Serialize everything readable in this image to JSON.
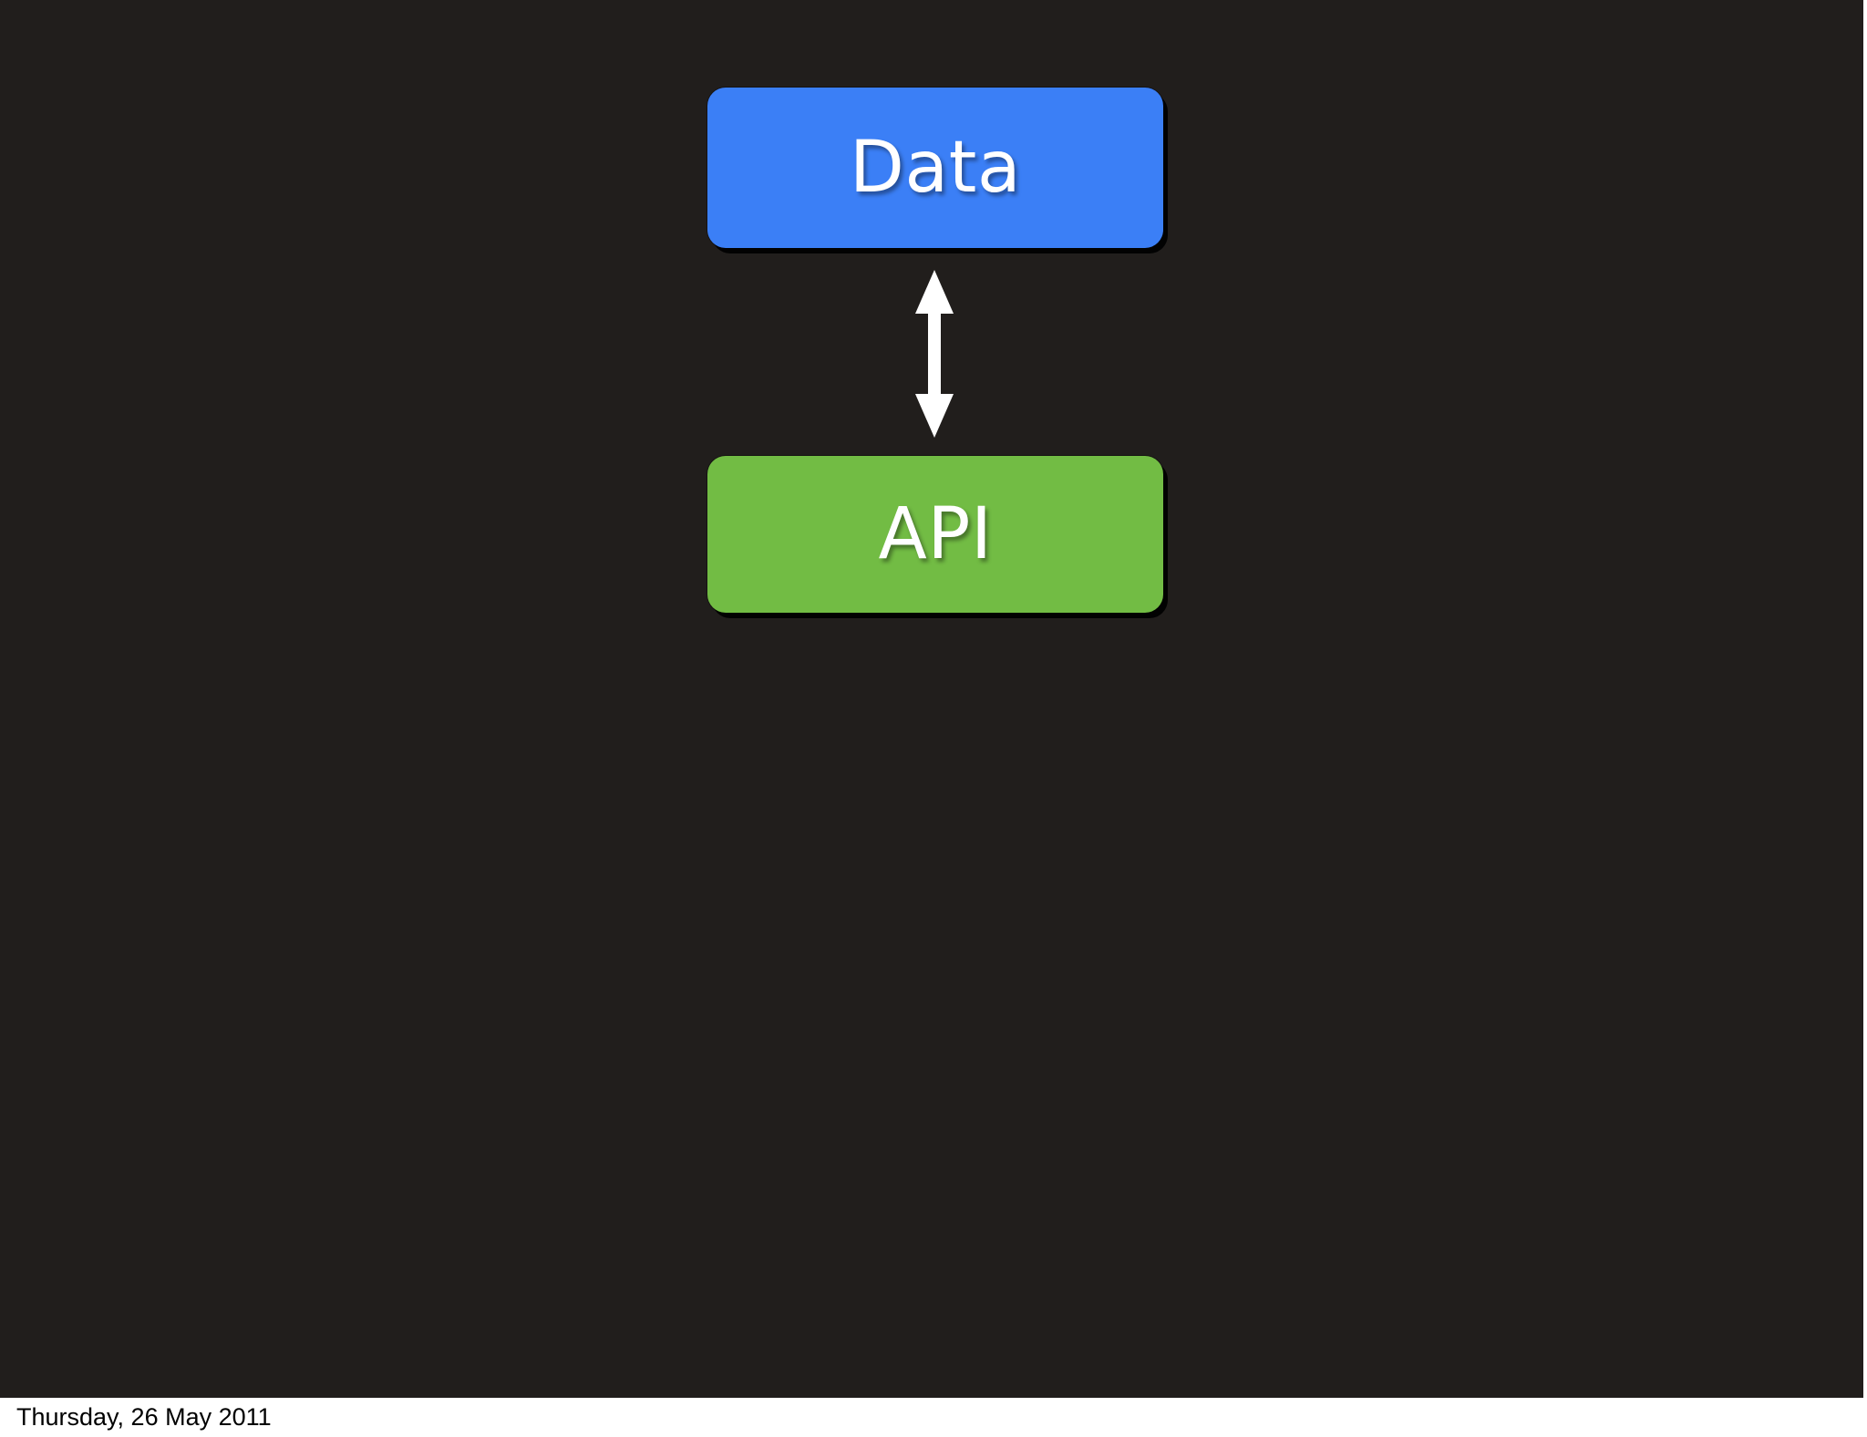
{
  "slide": {
    "background_color": "#211e1c",
    "footer": {
      "date_text": "Thursday, 26 May 2011",
      "background_color": "#ffffff",
      "text_color": "#000000"
    }
  },
  "diagram": {
    "type": "block-diagram",
    "nodes": [
      {
        "id": "data",
        "label": "Data",
        "fill_color": "#3b7ff6",
        "text_color": "#ffffff",
        "shape": "rounded-rectangle"
      },
      {
        "id": "api",
        "label": "API",
        "fill_color": "#72bc44",
        "text_color": "#ffffff",
        "shape": "rounded-rectangle"
      }
    ],
    "connectors": [
      {
        "id": "data-api-link",
        "from": "data",
        "to": "api",
        "style": "double-headed-arrow",
        "color": "#ffffff",
        "orientation": "vertical"
      }
    ]
  }
}
